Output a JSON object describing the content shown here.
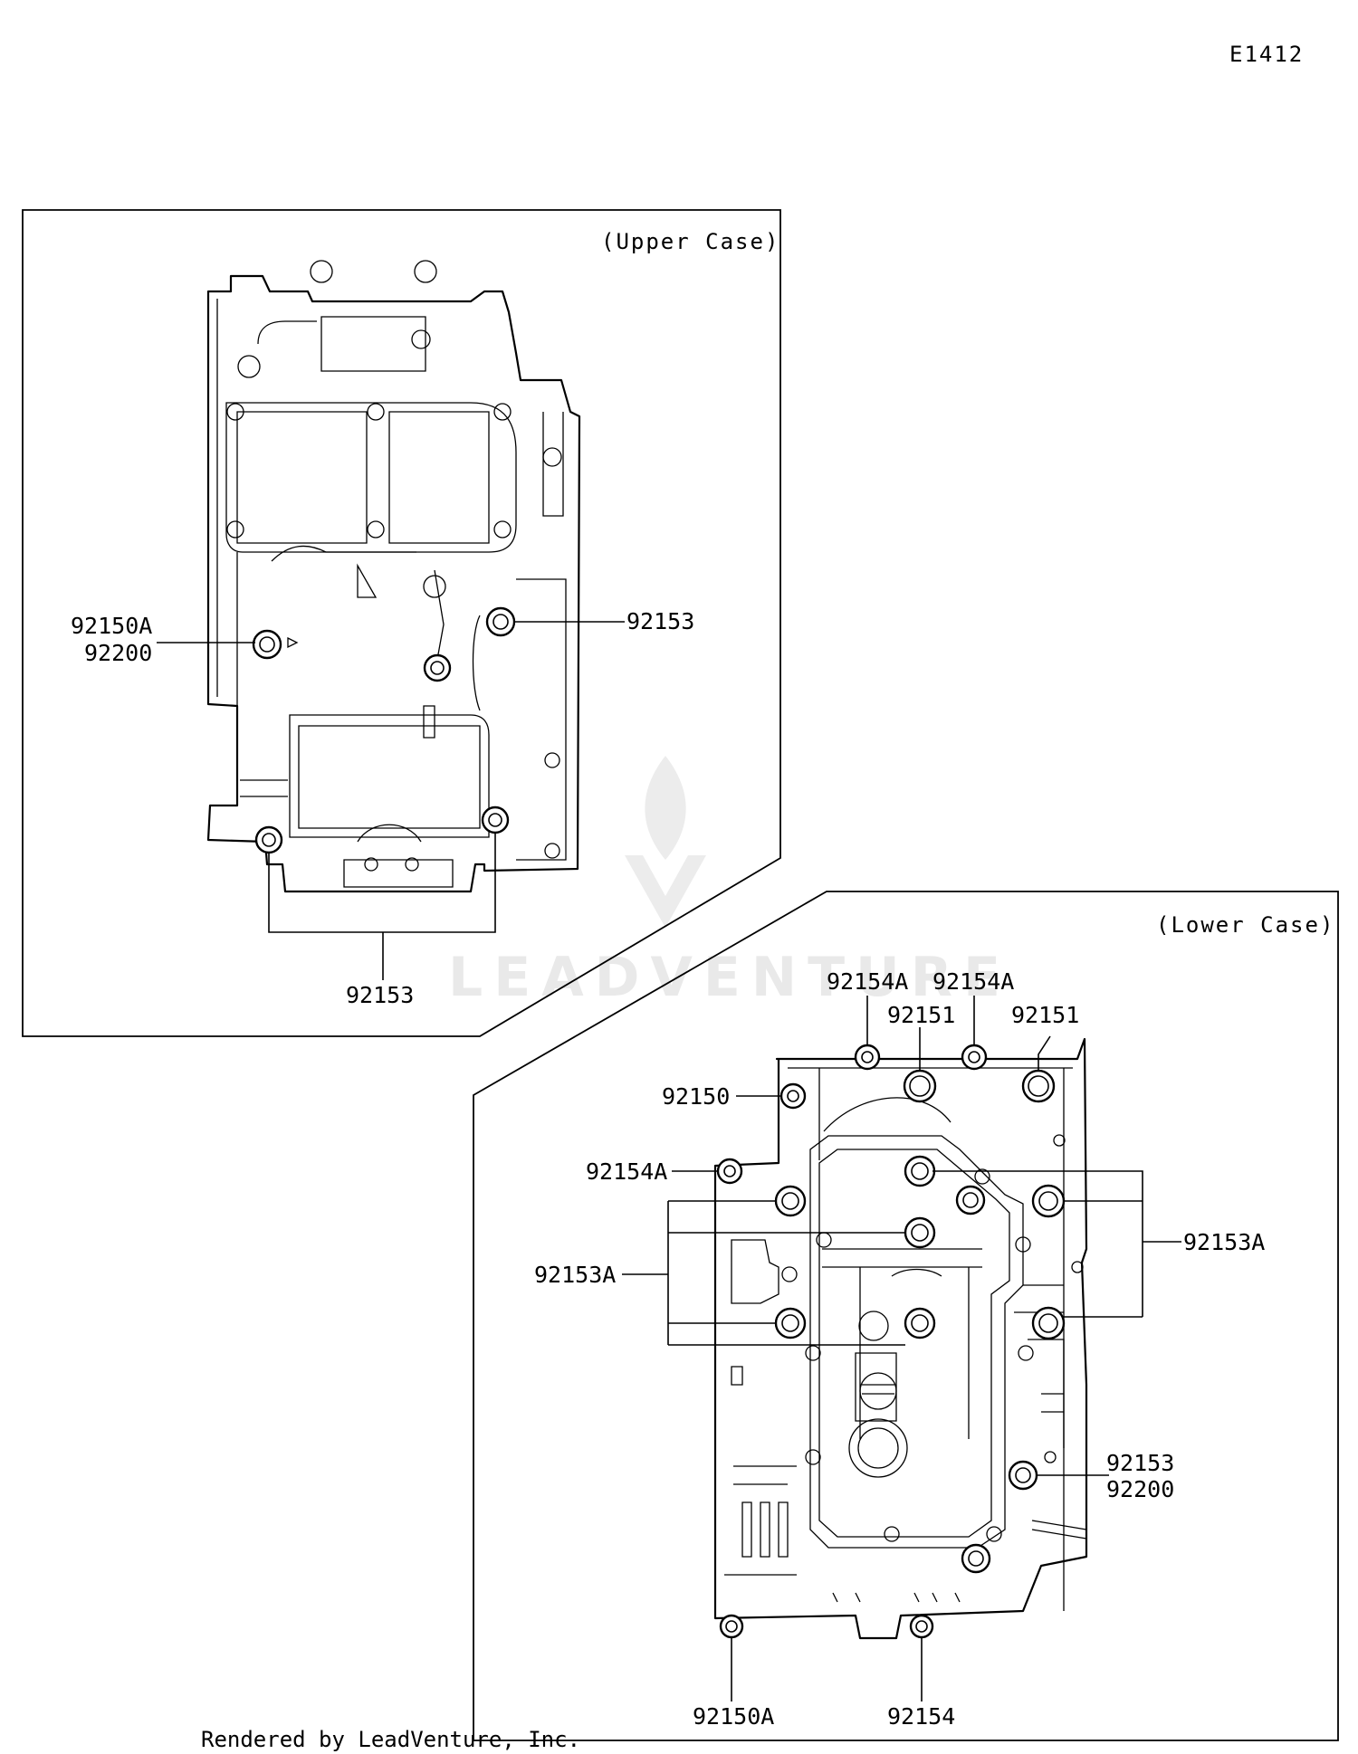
{
  "diagram_id": "E1412",
  "credit": "Rendered by LeadVenture, Inc.",
  "watermark": "LEADVENTURE",
  "upper_case": {
    "title": "(Upper Case)",
    "labels": [
      "92150A",
      "92200",
      "92153",
      "92153"
    ]
  },
  "lower_case": {
    "title": "(Lower Case)",
    "labels": [
      "92154A",
      "92154A",
      "92151",
      "92151",
      "92150",
      "92154A",
      "92153A",
      "92153A",
      "92153",
      "92200",
      "92150A",
      "92154"
    ]
  },
  "colors": {
    "line": "#000000",
    "background": "#ffffff",
    "watermark": "#e9e9e9"
  }
}
